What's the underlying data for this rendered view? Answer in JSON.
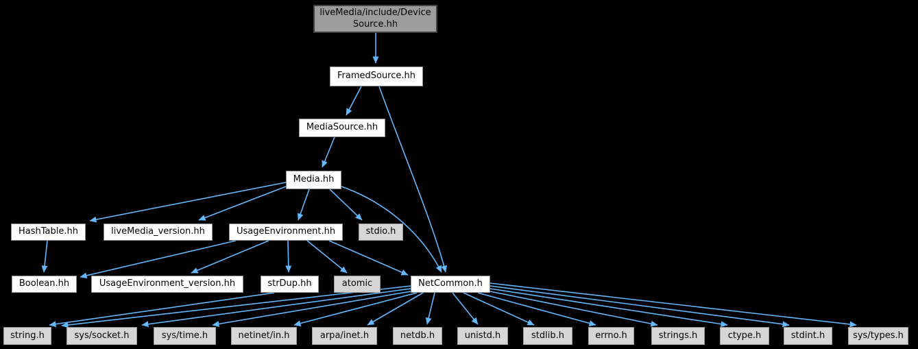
{
  "diagram": {
    "kind": "include-dependency-graph",
    "root_file": "liveMedia/include/DeviceSource.hh"
  },
  "colors": {
    "background": "#000000",
    "edge": "#63b8ff",
    "node_fill": "#ffffff",
    "system_node_fill": "#d6d6d6",
    "main_node_fill": "#9c9c9c",
    "node_border": "#8e8e8e",
    "text": "#000000"
  },
  "nodes": [
    {
      "id": "devicesource",
      "label": "liveMedia/include/Device\nSource.hh",
      "type": "main"
    },
    {
      "id": "framedsource",
      "label": "FramedSource.hh",
      "type": "internal"
    },
    {
      "id": "mediasource",
      "label": "MediaSource.hh",
      "type": "internal"
    },
    {
      "id": "media",
      "label": "Media.hh",
      "type": "internal"
    },
    {
      "id": "hashtable",
      "label": "HashTable.hh",
      "type": "internal"
    },
    {
      "id": "livemedia_version",
      "label": "liveMedia_version.hh",
      "type": "internal"
    },
    {
      "id": "usageenvironment",
      "label": "UsageEnvironment.hh",
      "type": "internal"
    },
    {
      "id": "stdio",
      "label": "stdio.h",
      "type": "system"
    },
    {
      "id": "boolean",
      "label": "Boolean.hh",
      "type": "internal"
    },
    {
      "id": "ue_version",
      "label": "UsageEnvironment_version.hh",
      "type": "internal"
    },
    {
      "id": "strdup",
      "label": "strDup.hh",
      "type": "internal"
    },
    {
      "id": "atomic",
      "label": "atomic",
      "type": "system"
    },
    {
      "id": "netcommon",
      "label": "NetCommon.h",
      "type": "internal"
    },
    {
      "id": "string",
      "label": "string.h",
      "type": "system"
    },
    {
      "id": "sys_socket",
      "label": "sys/socket.h",
      "type": "system"
    },
    {
      "id": "sys_time",
      "label": "sys/time.h",
      "type": "system"
    },
    {
      "id": "netinet_in",
      "label": "netinet/in.h",
      "type": "system"
    },
    {
      "id": "arpa_inet",
      "label": "arpa/inet.h",
      "type": "system"
    },
    {
      "id": "netdb",
      "label": "netdb.h",
      "type": "system"
    },
    {
      "id": "unistd",
      "label": "unistd.h",
      "type": "system"
    },
    {
      "id": "stdlib",
      "label": "stdlib.h",
      "type": "system"
    },
    {
      "id": "errno",
      "label": "errno.h",
      "type": "system"
    },
    {
      "id": "strings",
      "label": "strings.h",
      "type": "system"
    },
    {
      "id": "ctype",
      "label": "ctype.h",
      "type": "system"
    },
    {
      "id": "stdint",
      "label": "stdint.h",
      "type": "system"
    },
    {
      "id": "sys_types",
      "label": "sys/types.h",
      "type": "system"
    }
  ],
  "edges": [
    {
      "from": "devicesource",
      "to": "framedsource"
    },
    {
      "from": "framedsource",
      "to": "mediasource"
    },
    {
      "from": "framedsource",
      "to": "netcommon"
    },
    {
      "from": "mediasource",
      "to": "media"
    },
    {
      "from": "media",
      "to": "hashtable"
    },
    {
      "from": "media",
      "to": "livemedia_version"
    },
    {
      "from": "media",
      "to": "usageenvironment"
    },
    {
      "from": "media",
      "to": "stdio"
    },
    {
      "from": "media",
      "to": "netcommon"
    },
    {
      "from": "hashtable",
      "to": "boolean"
    },
    {
      "from": "usageenvironment",
      "to": "boolean"
    },
    {
      "from": "usageenvironment",
      "to": "ue_version"
    },
    {
      "from": "usageenvironment",
      "to": "strdup"
    },
    {
      "from": "usageenvironment",
      "to": "atomic"
    },
    {
      "from": "usageenvironment",
      "to": "netcommon"
    },
    {
      "from": "strdup",
      "to": "string"
    },
    {
      "from": "netcommon",
      "to": "string"
    },
    {
      "from": "netcommon",
      "to": "sys_socket"
    },
    {
      "from": "netcommon",
      "to": "sys_time"
    },
    {
      "from": "netcommon",
      "to": "netinet_in"
    },
    {
      "from": "netcommon",
      "to": "arpa_inet"
    },
    {
      "from": "netcommon",
      "to": "netdb"
    },
    {
      "from": "netcommon",
      "to": "unistd"
    },
    {
      "from": "netcommon",
      "to": "stdlib"
    },
    {
      "from": "netcommon",
      "to": "errno"
    },
    {
      "from": "netcommon",
      "to": "strings"
    },
    {
      "from": "netcommon",
      "to": "ctype"
    },
    {
      "from": "netcommon",
      "to": "stdint"
    },
    {
      "from": "netcommon",
      "to": "sys_types"
    }
  ]
}
